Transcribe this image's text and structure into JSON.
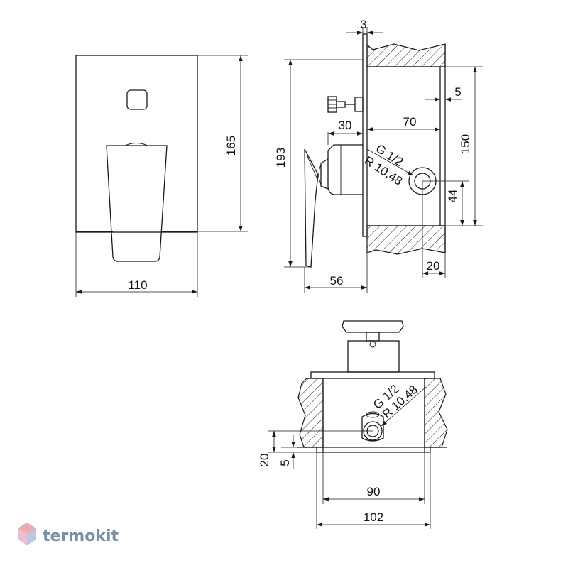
{
  "dimensions": {
    "front_width": "110",
    "front_height": "165",
    "side_total_height": "193",
    "side_plate_thickness": "3",
    "side_offset": "5",
    "side_body_depth": "30",
    "side_box_depth": "70",
    "side_box_height": "150",
    "side_thread_label": "G 1/2",
    "side_radius_label": "R 10,48",
    "side_outlet_height": "44",
    "side_outlet_offset": "20",
    "side_lever_depth": "56",
    "top_thread_label": "G 1/2",
    "top_radius_label": "R 10,48",
    "top_offset_20": "20",
    "top_offset_5": "5",
    "top_inner_width": "90",
    "top_outer_width": "102"
  },
  "brand": {
    "name": "termokit",
    "colors": {
      "text": "#7a8fa3",
      "hex_pink": "#f0a8b0",
      "hex_blue": "#b9c7e6",
      "hex_violet": "#e9bfd6"
    }
  }
}
